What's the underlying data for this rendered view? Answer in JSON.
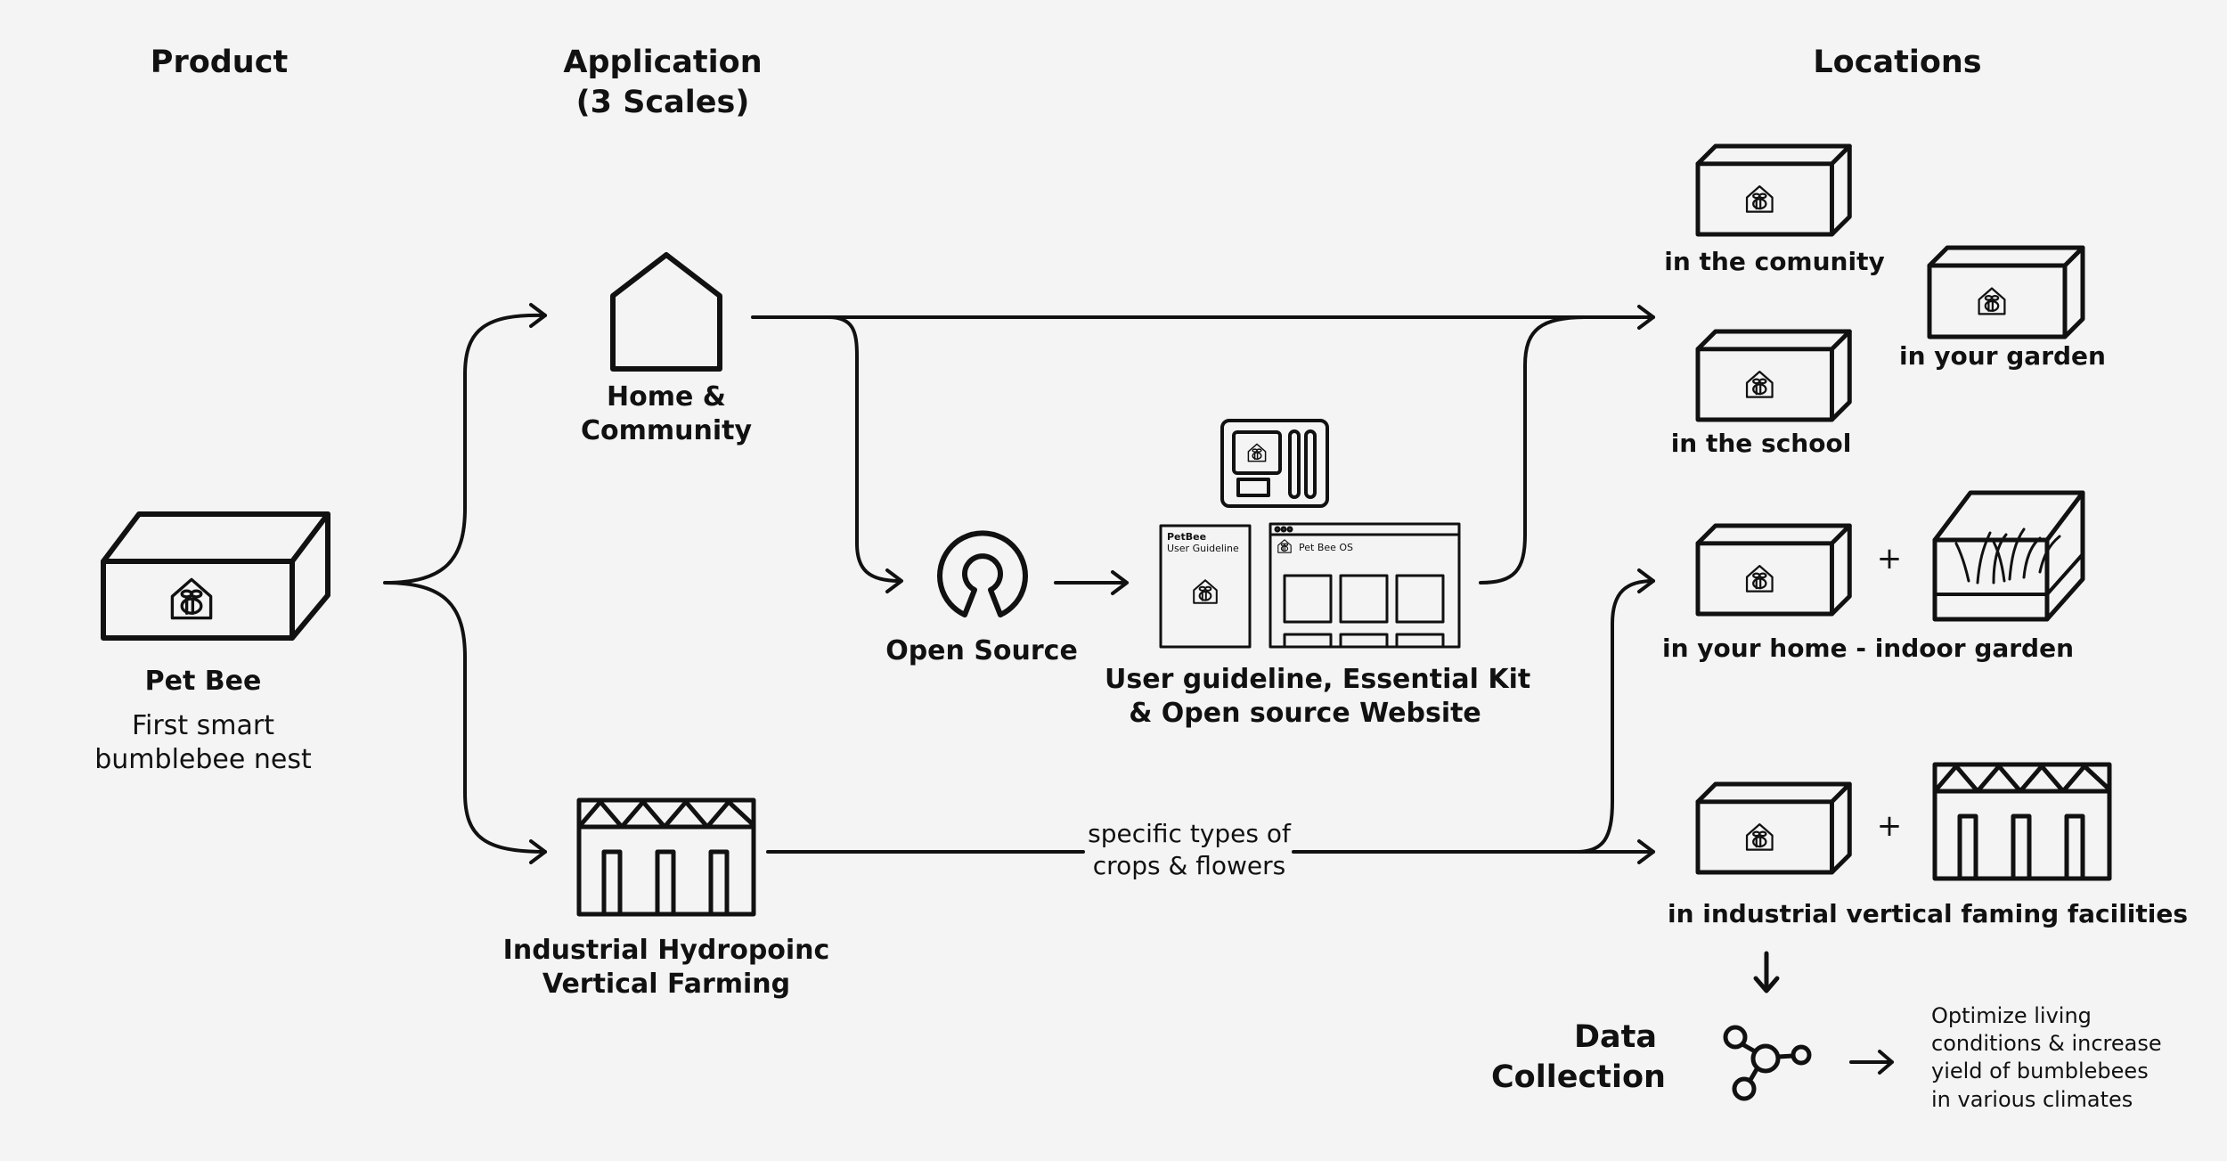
{
  "headers": {
    "product": "Product",
    "application": [
      "Application",
      "(3 Scales)"
    ],
    "locations": "Locations"
  },
  "product": {
    "name": "Pet Bee",
    "description": [
      "First smart",
      "bumblebee nest"
    ]
  },
  "applications": {
    "home": [
      "Home &",
      "Community"
    ],
    "industrial": [
      "Industrial Hydropoinc",
      "Vertical Farming"
    ]
  },
  "open_source": {
    "label": "Open Source",
    "kit_label": [
      "User guideline, Essential Kit",
      "& Open source Website"
    ],
    "booklet": {
      "brand": "PetBee",
      "title": "User Guideline"
    },
    "website": {
      "title": "Pet Bee OS"
    }
  },
  "edge_label": [
    "specific types of",
    "crops & flowers"
  ],
  "locations": {
    "community": "in the comunity",
    "school": "in the school",
    "garden": "in your garden",
    "home_indoor": "in your home - indoor garden",
    "industrial": "in industrial vertical faming facilities",
    "plus": "+"
  },
  "data_collection": {
    "label": [
      "Data",
      "Collection"
    ],
    "outcome": [
      "Optimize living",
      "conditions & increase",
      "yield of bumblebees",
      "in various climates"
    ]
  },
  "icons": [
    "nest-box-icon",
    "house-icon",
    "greenhouse-icon",
    "open-source-icon",
    "essential-kit-icon",
    "booklet-icon",
    "website-icon",
    "indoor-garden-icon",
    "network-icon"
  ]
}
